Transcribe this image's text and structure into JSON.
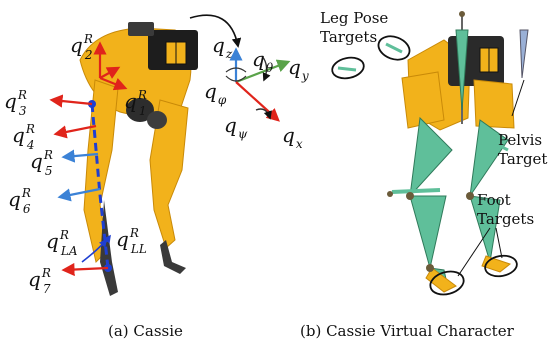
{
  "left_panel": {
    "caption": "(a) Cassie",
    "joint_labels": [
      {
        "id": "q2",
        "main": "q",
        "sub": "2",
        "sup": "R"
      },
      {
        "id": "q1",
        "main": "q",
        "sub": "1",
        "sup": "R"
      },
      {
        "id": "q3",
        "main": "q",
        "sub": "3",
        "sup": "R"
      },
      {
        "id": "q4",
        "main": "q",
        "sub": "4",
        "sup": "R"
      },
      {
        "id": "q5",
        "main": "q",
        "sub": "5",
        "sup": "R"
      },
      {
        "id": "q6",
        "main": "q",
        "sub": "6",
        "sup": "R"
      },
      {
        "id": "qLA",
        "main": "q",
        "sub": "LA",
        "sup": "R"
      },
      {
        "id": "qLL",
        "main": "q",
        "sub": "LL",
        "sup": "R"
      },
      {
        "id": "q7",
        "main": "q",
        "sub": "7",
        "sup": "R"
      }
    ],
    "pelvis_frame_labels": [
      {
        "id": "qz",
        "main": "q",
        "sub": "z"
      },
      {
        "id": "qtheta",
        "main": "q",
        "sub": "θ"
      },
      {
        "id": "qy",
        "main": "q",
        "sub": "y"
      },
      {
        "id": "qphi",
        "main": "q",
        "sub": "φ"
      },
      {
        "id": "qpsi",
        "main": "q",
        "sub": "ψ"
      },
      {
        "id": "qx",
        "main": "q",
        "sub": "x"
      }
    ]
  },
  "right_panel": {
    "caption": "(b) Cassie Virtual Character",
    "annotations": {
      "leg_pose": [
        "Leg Pose",
        "Targets"
      ],
      "pelvis": [
        "Pelvis",
        "Target"
      ],
      "foot": [
        "Foot",
        "Targets"
      ]
    }
  },
  "colors": {
    "robot_yellow": "#f2b21b",
    "robot_dark": "#2a2a2a",
    "leg_green": "#5fbf9a",
    "arrow_red": "#e0241b",
    "arrow_blue": "#3b82d6",
    "arrow_green": "#5aa34a",
    "leg_line_blue": "#1f3fd1"
  }
}
